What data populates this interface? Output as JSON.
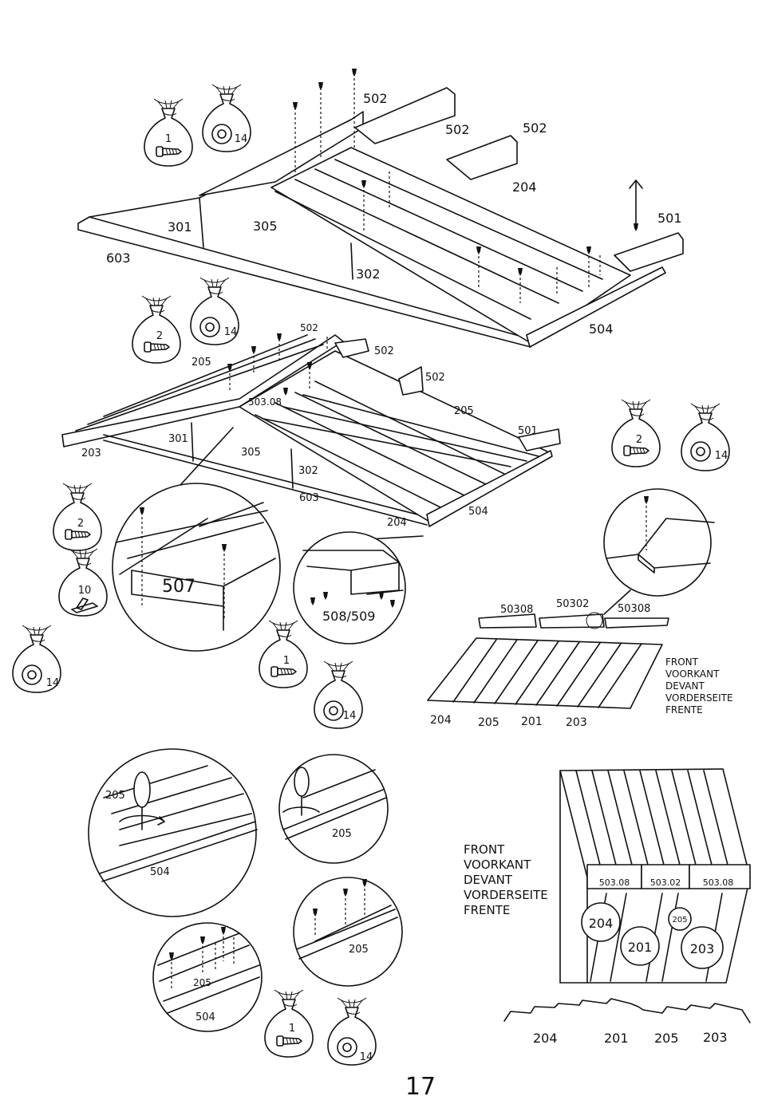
{
  "labels": {
    "p502a": "502",
    "p502b": "502",
    "p502c": "502",
    "p204a": "204",
    "p501a": "501",
    "p301a": "301",
    "p305a": "305",
    "p603a": "603",
    "p302a": "302",
    "p504a": "504",
    "p502d": "502",
    "p502e": "502",
    "p502f": "502",
    "p205a": "205",
    "p50308a": "503.08",
    "p205b": "205",
    "p501b": "501",
    "p203a": "203",
    "p301b": "301",
    "p305b": "305",
    "p302b": "302",
    "p603b": "603",
    "p204b": "204",
    "p504b": "504",
    "d507": "507",
    "d508": "508/509",
    "s50308a": "50308",
    "s50302": "50302",
    "s50308b": "50308",
    "r204": "204",
    "r205": "205",
    "r201": "201",
    "r203": "203",
    "c205a": "205",
    "c504a": "504",
    "c205b": "205",
    "c205c": "205",
    "c205d": "205",
    "c504b": "504",
    "v50308a": "503.08",
    "v50302": "503.02",
    "v50308b": "503.08",
    "v204": "204",
    "v201": "201",
    "v205": "205",
    "v203": "203",
    "w204": "204",
    "w201": "201",
    "w205": "205",
    "w203": "203",
    "page_number": "17"
  },
  "front_legend_1": [
    "FRONT",
    "VOORKANT",
    "DEVANT",
    "VORDERSEITE",
    "FRENTE"
  ],
  "front_legend_2": [
    "FRONT",
    "VOORKANT",
    "DEVANT",
    "VORDERSEITE",
    "FRENTE"
  ],
  "bags": {
    "b1": "1",
    "b1w": "14",
    "b2": "2",
    "b2w": "14",
    "b3": "2",
    "b3w": "14",
    "b4": "2",
    "b5": "10",
    "b6w": "14",
    "b7": "1",
    "b7w": "14",
    "b8": "1",
    "b8w": "14"
  }
}
